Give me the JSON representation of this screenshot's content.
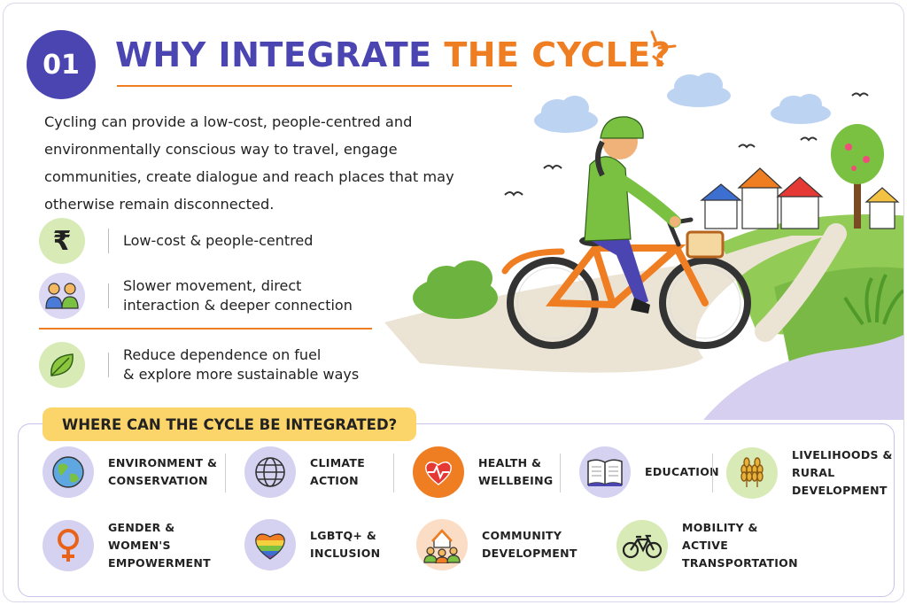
{
  "header": {
    "badge": "01",
    "title_part1": "WHY INTEGRATE ",
    "title_part2": "THE CYCLE?"
  },
  "intro": "Cycling can provide a low-cost, people-centred and environmentally conscious  way to travel, engage communities, create dialogue and reach places that may otherwise remain disconnected.",
  "benefits": [
    {
      "icon": "rupee-icon",
      "line1": "Low-cost & people-centred",
      "line2": ""
    },
    {
      "icon": "people-icon",
      "line1": "Slower movement, direct",
      "line2": "interaction & deeper connection"
    },
    {
      "icon": "leaf-icon",
      "line1": "Reduce dependence on fuel",
      "line2": "& explore more sustainable ways"
    }
  ],
  "where": {
    "heading": "WHERE CAN THE CYCLE BE INTEGRATED?",
    "categories": [
      {
        "icon": "globe-icon",
        "line1": "Environment &",
        "line2": "Conservation",
        "line3": ""
      },
      {
        "icon": "world-grid-icon",
        "line1": "Climate",
        "line2": "Action",
        "line3": ""
      },
      {
        "icon": "heart-pulse-icon",
        "line1": "Health &",
        "line2": "Wellbeing",
        "line3": ""
      },
      {
        "icon": "book-icon",
        "line1": "Education",
        "line2": "",
        "line3": ""
      },
      {
        "icon": "wheat-icon",
        "line1": "Livelihoods &",
        "line2": "Rural Development",
        "line3": ""
      },
      {
        "icon": "female-symbol-icon",
        "line1": "Gender &",
        "line2": "Women's",
        "line3": "Empowerment"
      },
      {
        "icon": "rainbow-heart-icon",
        "line1": "LGBTQ+ &",
        "line2": "Inclusion",
        "line3": ""
      },
      {
        "icon": "community-icon",
        "line1": "Community",
        "line2": "Development",
        "line3": ""
      },
      {
        "icon": "bicycle-icon",
        "line1": "Mobility &",
        "line2": "Active",
        "line3": "Transportation"
      }
    ]
  },
  "colors": {
    "primary": "#4b45b2",
    "accent": "#ef7d22",
    "pill": "#fbd46a",
    "green": "#7ac142"
  }
}
